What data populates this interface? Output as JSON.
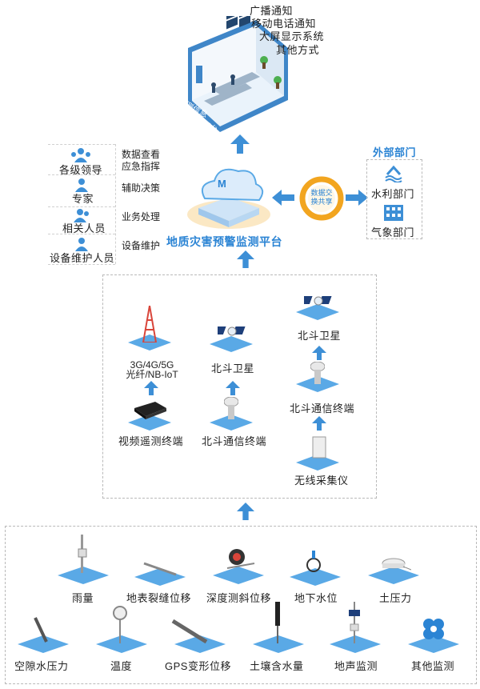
{
  "top_channels": [
    "广播通知",
    "移动电话通知",
    "大屏显示系统",
    "其他方式"
  ],
  "room_caption": [
    "统一监测信息",
    "预报预警发布平台"
  ],
  "roles": [
    "各级领导",
    "专家",
    "相关人员",
    "设备维护人员"
  ],
  "functions": [
    "数据查看",
    "应急指挥",
    "辅助决策",
    "业务处理",
    "设备维护"
  ],
  "platform": {
    "badge": "M",
    "name": "地质灾害预警监测平台"
  },
  "exchange": [
    "数据交",
    "换共享"
  ],
  "external": {
    "title": "外部部门",
    "items": [
      "水利部门",
      "气象部门"
    ]
  },
  "middle": {
    "col1": {
      "net": [
        "3G/4G/5G",
        "光纤/NB-IoT"
      ],
      "terminal": "视频遥测终端"
    },
    "col2": {
      "sat": "北斗卫星",
      "terminal": "北斗通信终端"
    },
    "col3": {
      "sat": "北斗卫星",
      "terminal": "北斗通信终端",
      "collector": "无线采集仪"
    }
  },
  "sensors_row1": [
    "雨量",
    "地表裂缝位移",
    "深度测斜位移",
    "地下水位",
    "土压力"
  ],
  "sensors_row2": [
    "空隙水压力",
    "温度",
    "GPS变形位移",
    "土壤含水量",
    "地声监测",
    "其他监测"
  ],
  "colors": {
    "arrow": "#3d8fd6",
    "tile": "#5aa9e6",
    "accent": "#2b84d4",
    "orange": "#f2a51f"
  }
}
